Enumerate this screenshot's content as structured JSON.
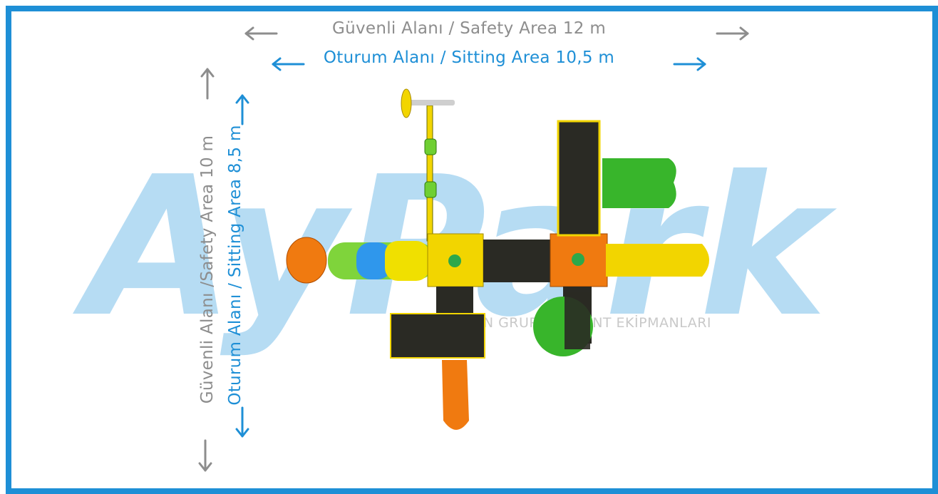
{
  "dimensions": {
    "safety_area_horizontal": "Güvenli Alanı / Safety Area 12 m",
    "sitting_area_horizontal": "Oturum Alanı / Sitting Area 10,5 m",
    "safety_area_vertical": "Güvenli Alanı /Safety Area 10 m",
    "sitting_area_vertical": "Oturum Alanı / Sitting Area 8,5 m"
  },
  "watermark": {
    "logo_text": "AyPark",
    "tagline": "ÇOCUK OYUN GRUPLARI KENT EKİPMANLARI"
  },
  "colors": {
    "frame": "#1e8fd6",
    "safety": "#8d8d8d",
    "sitting": "#1e8fd6",
    "watermark": "#aad6f2"
  }
}
